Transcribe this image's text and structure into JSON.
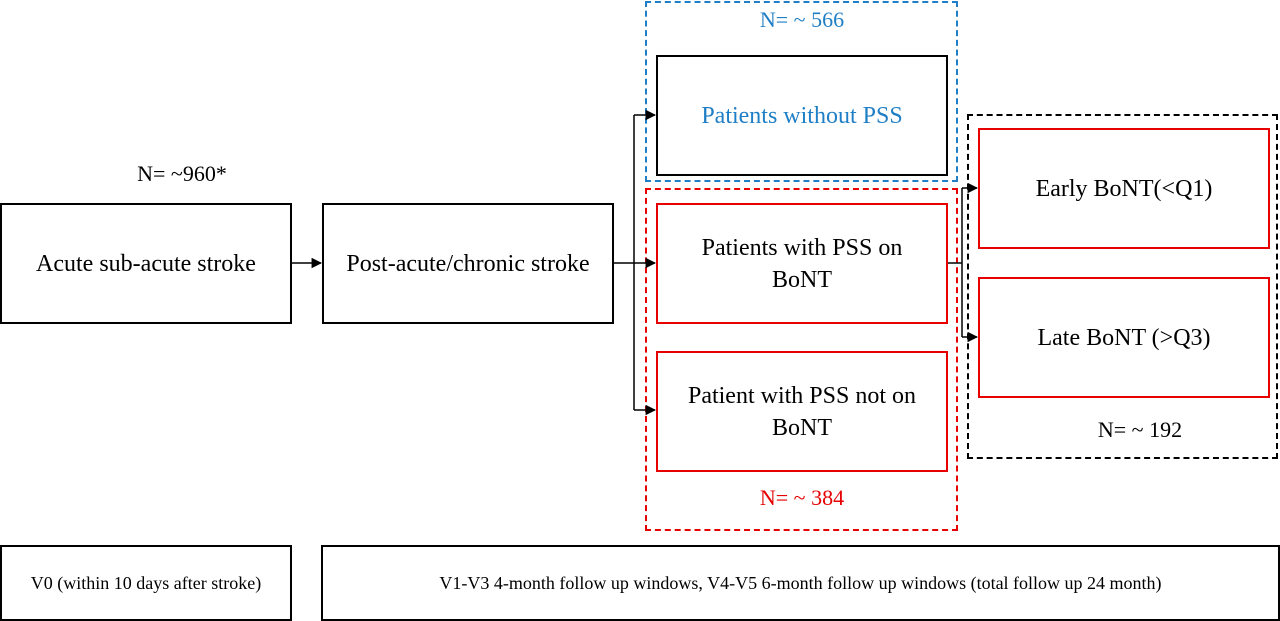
{
  "colors": {
    "blue": "#1f7fc6",
    "red": "#e60000",
    "black": "#000000"
  },
  "counts": {
    "total": "N= ~960*",
    "without_pss": "N= ~ 566",
    "with_pss": "N= ~ 384",
    "bont_timing": "N= ~ 192"
  },
  "nodes": {
    "acute": "Acute sub-acute stroke",
    "post_acute": "Post-acute/chronic stroke",
    "without_pss": "Patients without PSS",
    "pss_on_bont_line1": "Patients with PSS on",
    "pss_on_bont_line2": "BoNT",
    "pss_not_bont_line1": "Patient with PSS not on",
    "pss_not_bont_line2": "BoNT",
    "early_bont": "Early BoNT(<Q1)",
    "late_bont": "Late BoNT (>Q3)"
  },
  "timeline": {
    "v0": "V0 (within 10 days after stroke)",
    "follow_up": "V1-V3 4-month follow up windows, V4-V5 6-month follow up windows (total follow up 24 month)"
  }
}
